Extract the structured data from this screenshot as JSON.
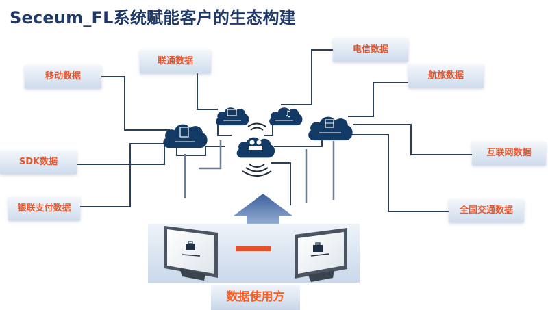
{
  "title": "Seceum_FL系统赋能客户的生态构建",
  "sources": {
    "mobile": "移动数据",
    "unicom": "联通数据",
    "telecom": "电信数据",
    "airline": "航旅数据",
    "sdk": "SDK数据",
    "internet": "互联网数据",
    "unionpay": "银联支付数据",
    "transport": "全国交通数据"
  },
  "data_user": "数据使用方",
  "colors": {
    "title": "#1f3a68",
    "label_text": "#e4572e",
    "cloud": "#123a64",
    "line": "#2b3f56",
    "connector": "#e4502a",
    "arrow": "#5878ad"
  },
  "icons": {
    "cloud_mobile": "tablet-icon",
    "cloud_unicom": "monitor-icon",
    "cloud_center": "user-group-icon",
    "cloud_telecom": "music-note-icon",
    "cloud_airline": "film-icon",
    "monitor_left": "briefcase-icon",
    "monitor_right": "briefcase-icon"
  }
}
